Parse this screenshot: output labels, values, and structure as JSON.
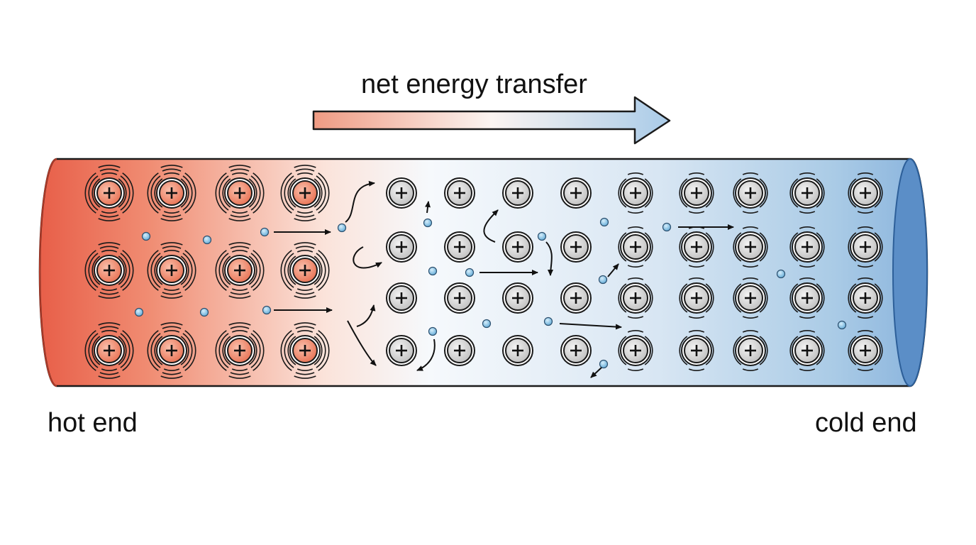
{
  "title": "net energy transfer",
  "labels": {
    "hot_end": "hot end",
    "cold_end": "cold end"
  },
  "ion_symbol": "+",
  "colors": {
    "hot": "#e8604a",
    "hot_light": "#f3a08c",
    "neutral": "#ffffff",
    "cold_light": "#aacbe6",
    "cold": "#5b8ec7",
    "hot_ion": "#ef8366",
    "cold_ion": "#c9c9c9",
    "electron": "#8cc4e6",
    "outline": "#1a1a1a"
  },
  "lattice": {
    "rows": 4,
    "hot_columns": 4,
    "cold_columns": 9
  }
}
